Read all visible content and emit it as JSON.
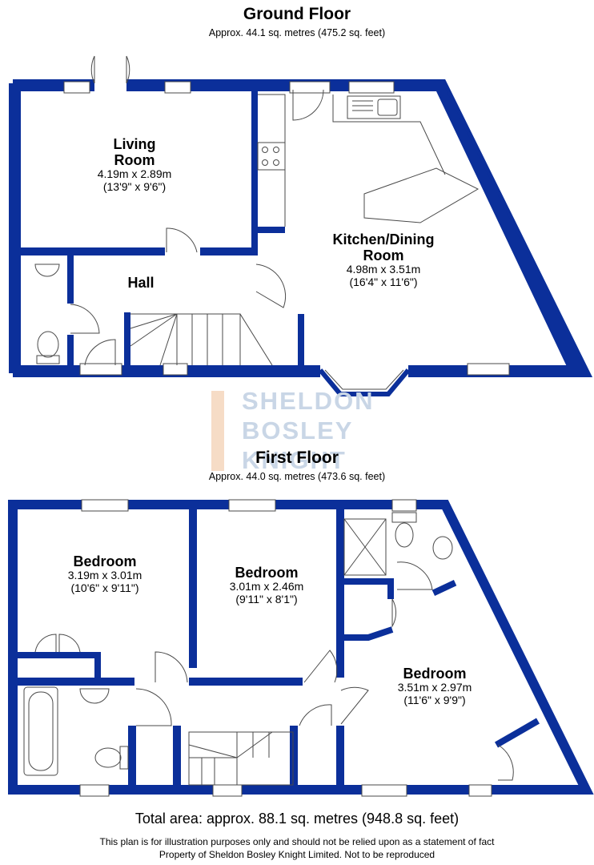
{
  "ground_floor": {
    "title": "Ground Floor",
    "area": "Approx. 44.1 sq. metres (475.2 sq. feet)",
    "rooms": [
      {
        "name": "Living Room",
        "name_lines": [
          "Living",
          "Room"
        ],
        "metric": "4.19m x 2.89m",
        "imperial": "(13'9\" x 9'6\")"
      },
      {
        "name": "Hall",
        "name_lines": [
          "Hall"
        ],
        "metric": "",
        "imperial": ""
      },
      {
        "name": "Kitchen/Dining Room",
        "name_lines": [
          "Kitchen/Dining",
          "Room"
        ],
        "metric": "4.98m x 3.51m",
        "imperial": "(16'4\" x 11'6\")"
      }
    ]
  },
  "first_floor": {
    "title": "First Floor",
    "area": "Approx. 44.0 sq. metres (473.6 sq. feet)",
    "rooms": [
      {
        "name": "Bedroom",
        "metric": "3.19m x 3.01m",
        "imperial": "(10'6\" x 9'11\")"
      },
      {
        "name": "Bedroom",
        "metric": "3.01m x 2.46m",
        "imperial": "(9'11\" x 8'1\")"
      },
      {
        "name": "Bedroom",
        "metric": "3.51m x 2.97m",
        "imperial": "(11'6\" x 9'9\")"
      }
    ]
  },
  "watermark": {
    "lines": [
      "SHELDON",
      "BOSLEY",
      "KNIGHT"
    ]
  },
  "footer": {
    "total": "Total area: approx. 88.1 sq. metres (948.8 sq. feet)",
    "disclaimer": "This plan is for illustration purposes only and should not be relied upon as a statement of fact",
    "copyright": "Property of Sheldon Bosley Knight Limited.  Not to be reproduced"
  },
  "colors": {
    "wall": "#0b2f9a",
    "line": "#4a4a4a",
    "watermark": "#c9d6e6"
  }
}
